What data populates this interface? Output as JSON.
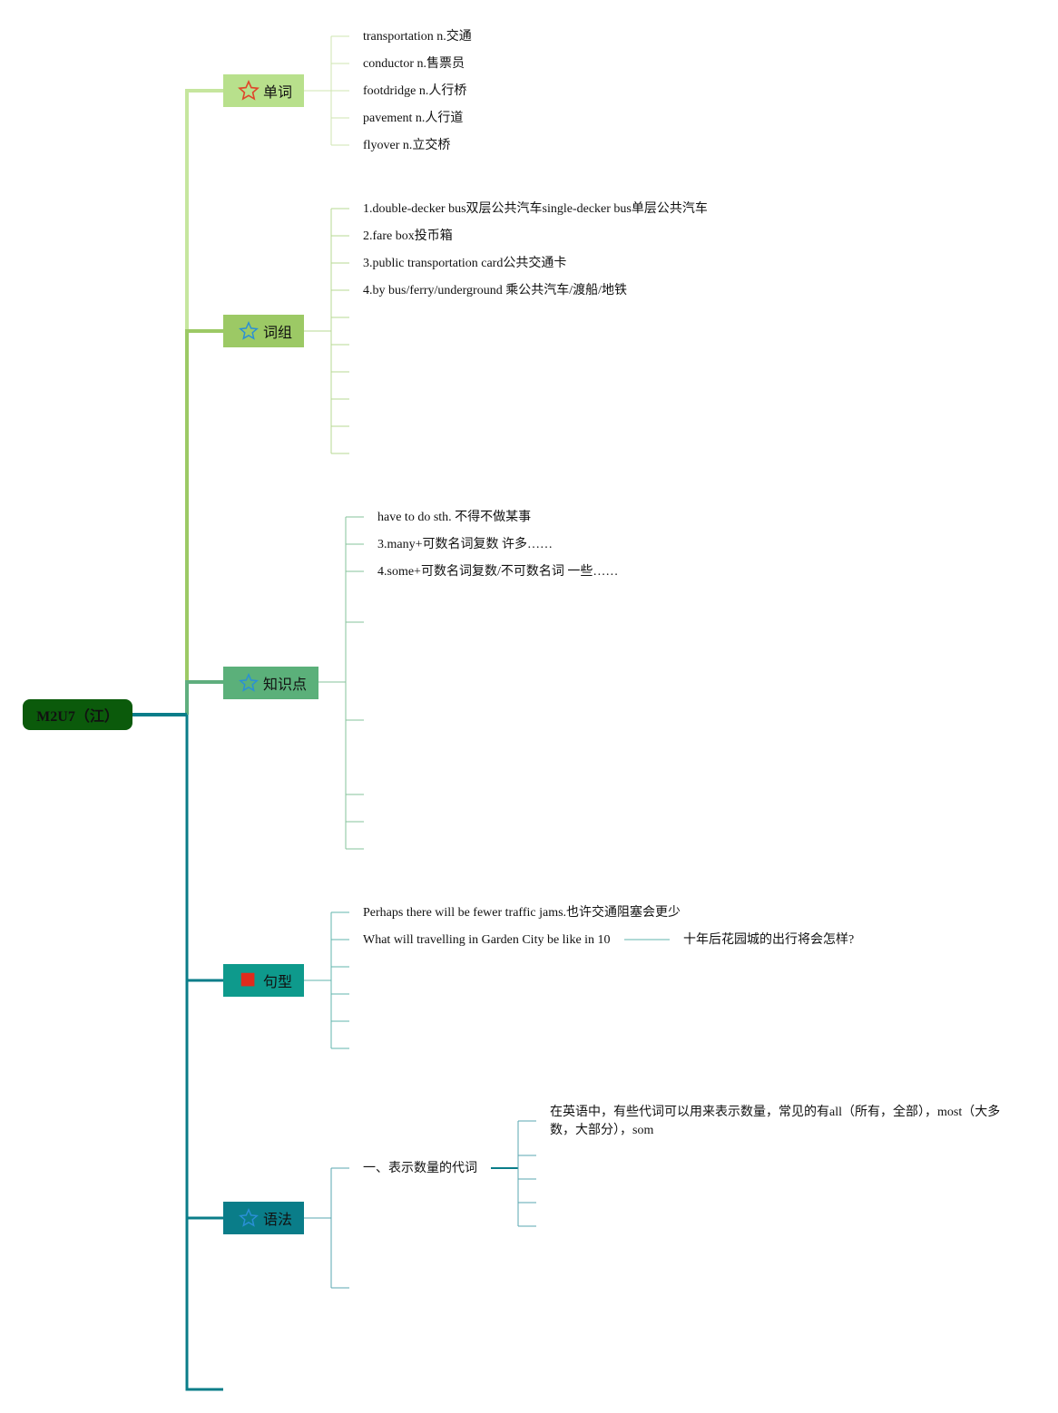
{
  "root": {
    "label": "M2U7（江）"
  },
  "branches": {
    "vocab": {
      "label": "单词",
      "icon": "star-outline-red-icon",
      "color": "#b8e08c",
      "items": [
        "transportation n.交通",
        "conductor n.售票员",
        "footdridge n.人行桥",
        "pavement n.人行道",
        "flyover n.立交桥"
      ]
    },
    "phrases": {
      "label": "词组",
      "icon": "star-outline-blue-icon",
      "color": "#9cc965",
      "items": [
        "1.double-decker bus双层公共汽车single-decker bus单层公共汽车",
        "2.fare box投币箱",
        "3.public transportation card公共交通卡",
        "4.by bus/ferry/underground 乘公共汽车/渡船/地铁"
      ]
    },
    "points": {
      "label": "知识点",
      "icon": "star-outline-blue-icon",
      "color": "#5bb07a",
      "items": [
        "have to do sth. 不得不做某事",
        "3.many+可数名词复数 许多……",
        "4.some+可数名词复数/不可数名词 一些……"
      ]
    },
    "sentences": {
      "label": "句型",
      "icon": "red-flag-icon",
      "color": "#0e9a8c",
      "items": [
        "Perhaps there will be fewer traffic jams.也许交通阻塞会更少",
        "What will travelling in Garden City be like in 10"
      ],
      "sub": "十年后花园城的出行将会怎样?"
    },
    "grammar": {
      "label": "语法",
      "icon": "star-outline-blue-icon",
      "color": "#0a7d89",
      "item": "一、表示数量的代词",
      "detail": "在英语中，有些代词可以用来表示数量，常见的有all（所有，全部），most（大多数，大部分），som"
    }
  }
}
